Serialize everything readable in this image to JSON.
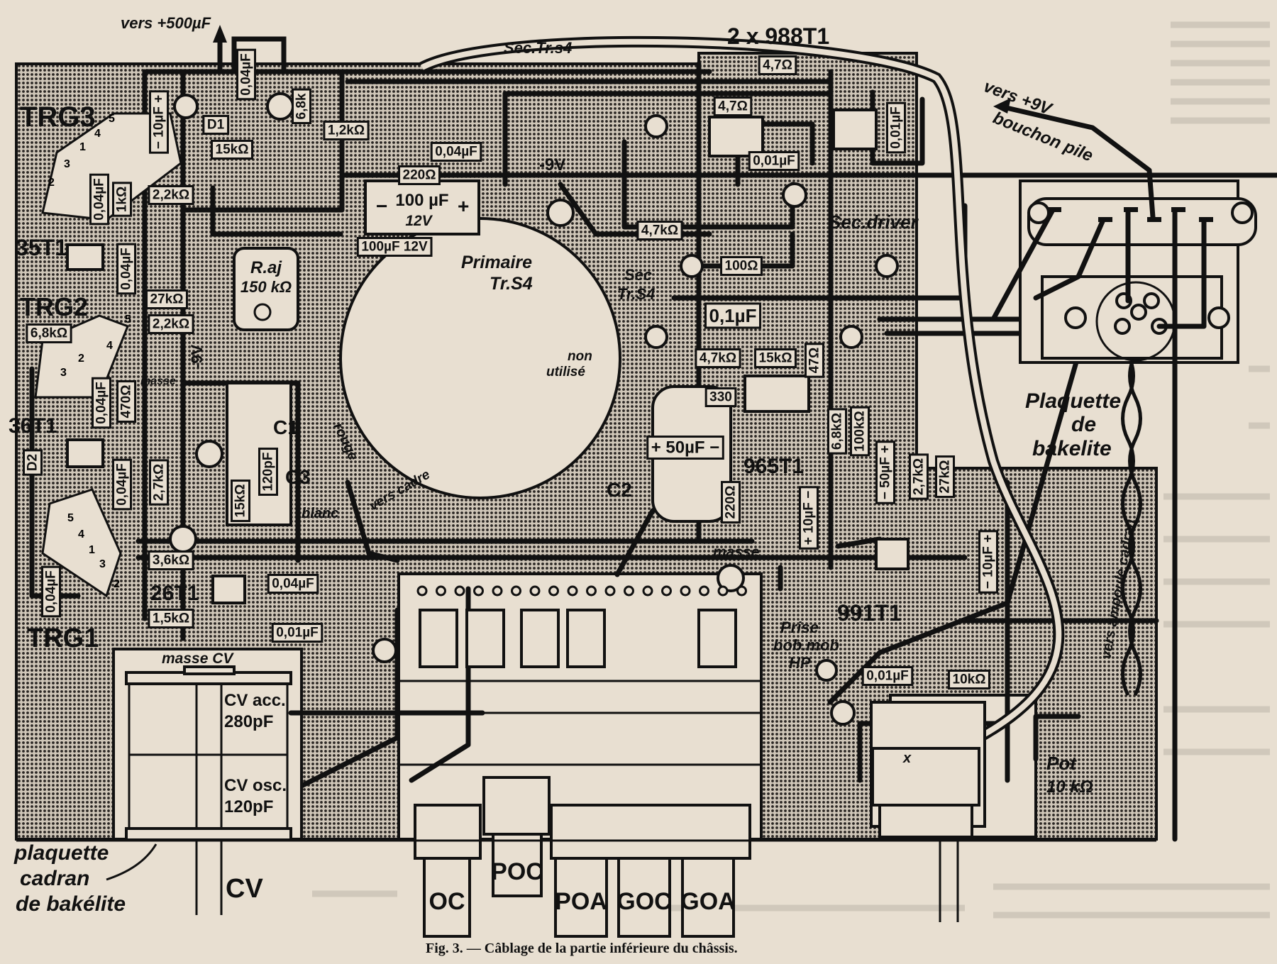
{
  "caption": "Fig. 3. — Câblage de la partie inférieure du châssis.",
  "labels": {
    "vers_500uf": "vers +500µF",
    "trg3": "TRG3",
    "t35": "35T1",
    "trg2": "TRG2",
    "t36": "36T1",
    "trg1": "TRG1",
    "t26": "26T1",
    "t988": "2 x 988T1",
    "sec_trs4_top": "Sec.Tr.s4",
    "minus9v": "-9V",
    "minus9v_vert": "-9V",
    "primaire": "Primaire",
    "primaire_tr": "Tr.S4",
    "sec": "Sec",
    "sec_tr": "Tr.S4",
    "sec_driver": "Sec.driver",
    "non": "non",
    "utilise": "utilisé",
    "t965": "965T1",
    "c1": "C1",
    "c2": "C2",
    "c3": "C3",
    "rouge": "rouge",
    "blanc": "blanc",
    "vers_cadre": "vers cadre",
    "masse_left": "masse",
    "masse_right": "masse",
    "t991": "991T1",
    "prise": "Prise",
    "bob_mob": "bob.mob",
    "hp": "HP",
    "pot": "Pot",
    "pot_val": "10 kΩ",
    "pot_x": "x",
    "plaquette": "Plaquette",
    "de": "de",
    "bakelite": "bakelite",
    "vers_ampoule": "vers ampoule cadran",
    "vers_9v": "vers +9V",
    "bouchon_pile": "bouchon pile",
    "masse_cv": "masse CV",
    "cv_acc": "CV acc.",
    "cv_acc_val": "280pF",
    "cv_osc": "CV osc.",
    "cv_osc_val": "120pF",
    "plaquette_cadran_1": "plaquette",
    "plaquette_cadran_2": "cadran",
    "plaquette_cadran_3": "de bakélite",
    "cv": "CV",
    "raj": "R.aj",
    "raj_val": "150 kΩ",
    "c100_val": "100 µF",
    "c100_v": "12V",
    "c100_minus": "−",
    "c100_plus": "+"
  },
  "pins": {
    "trg3": [
      "5",
      "4",
      "1",
      "3",
      "2"
    ],
    "trg2": [
      "5",
      "4",
      "2",
      "3"
    ],
    "trg1": [
      "5",
      "4",
      "1",
      "3",
      "2"
    ]
  },
  "components": [
    {
      "type": "capacitor",
      "value": "0,04µF"
    },
    {
      "type": "capacitor",
      "value": "− 10µF +"
    },
    {
      "type": "diode",
      "value": "D1"
    },
    {
      "type": "resistor",
      "value": "15kΩ"
    },
    {
      "type": "resistor",
      "value": "6,8k"
    },
    {
      "type": "resistor",
      "value": "1,2kΩ"
    },
    {
      "type": "capacitor",
      "value": "0,04µF"
    },
    {
      "type": "resistor",
      "value": "220Ω"
    },
    {
      "type": "capacitor",
      "value": "100µF 12V"
    },
    {
      "type": "resistor",
      "value": "2,2kΩ"
    },
    {
      "type": "capacitor",
      "value": "0,04µF"
    },
    {
      "type": "resistor",
      "value": "1kΩ"
    },
    {
      "type": "capacitor",
      "value": "0,04µF"
    },
    {
      "type": "resistor",
      "value": "27kΩ"
    },
    {
      "type": "resistor",
      "value": "2,2kΩ"
    },
    {
      "type": "resistor",
      "value": "6,8kΩ"
    },
    {
      "type": "capacitor",
      "value": "0,04µF"
    },
    {
      "type": "resistor",
      "value": "470Ω"
    },
    {
      "type": "diode",
      "value": "D2"
    },
    {
      "type": "capacitor",
      "value": "0,04µF"
    },
    {
      "type": "resistor",
      "value": "2,7kΩ"
    },
    {
      "type": "resistor",
      "value": "15kΩ"
    },
    {
      "type": "capacitor",
      "value": "120pF"
    },
    {
      "type": "resistor",
      "value": "3,6kΩ"
    },
    {
      "type": "resistor",
      "value": "1,5kΩ"
    },
    {
      "type": "capacitor",
      "value": "0,04µF"
    },
    {
      "type": "capacitor",
      "value": "0,01µF"
    },
    {
      "type": "capacitor",
      "value": "0,04µF"
    },
    {
      "type": "resistor",
      "value": "4,7Ω"
    },
    {
      "type": "resistor",
      "value": "4,7Ω"
    },
    {
      "type": "capacitor",
      "value": "0,01µF"
    },
    {
      "type": "capacitor",
      "value": "0,01µF"
    },
    {
      "type": "resistor",
      "value": "4,7kΩ"
    },
    {
      "type": "resistor",
      "value": "100Ω"
    },
    {
      "type": "capacitor",
      "value": "0,1µF"
    },
    {
      "type": "resistor",
      "value": "4,7kΩ"
    },
    {
      "type": "resistor",
      "value": "15kΩ"
    },
    {
      "type": "resistor",
      "value": "47Ω"
    },
    {
      "type": "resistor",
      "value": "330"
    },
    {
      "type": "capacitor",
      "value": "+ 50µF −"
    },
    {
      "type": "resistor",
      "value": "220Ω"
    },
    {
      "type": "capacitor",
      "value": "+ 10µF −"
    },
    {
      "type": "resistor",
      "value": "6,8kΩ"
    },
    {
      "type": "resistor",
      "value": "100kΩ"
    },
    {
      "type": "capacitor",
      "value": "− 50µF +"
    },
    {
      "type": "resistor",
      "value": "2,7kΩ"
    },
    {
      "type": "resistor",
      "value": "27kΩ"
    },
    {
      "type": "capacitor",
      "value": "− 10µF +"
    },
    {
      "type": "capacitor",
      "value": "0,01µF"
    },
    {
      "type": "resistor",
      "value": "10kΩ"
    }
  ],
  "buttons": [
    "OC",
    "POC",
    "POA",
    "GOC",
    "GOA"
  ],
  "colors": {
    "paper": "#e8dfd1",
    "ink": "#111111"
  }
}
